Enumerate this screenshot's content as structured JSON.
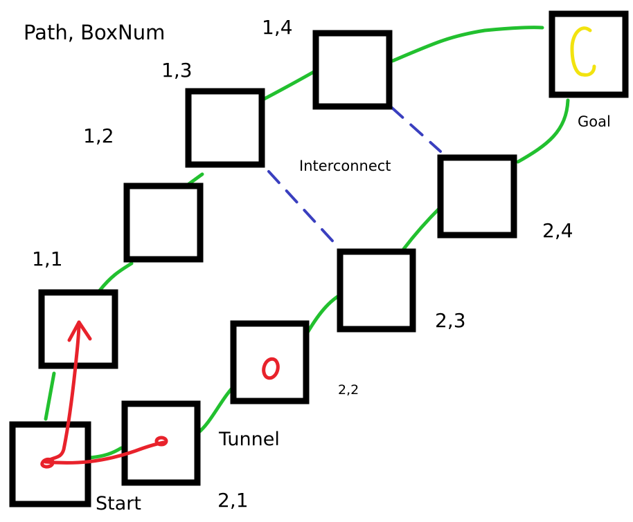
{
  "title": "Path, BoxNum",
  "labels": {
    "box_1_1": "1,1",
    "box_1_2": "1,2",
    "box_1_3": "1,3",
    "box_1_4": "1,4",
    "box_2_1": "2,1",
    "box_2_2": "2,2",
    "box_2_3": "2,3",
    "box_2_4": "2,4",
    "start": "Start",
    "goal": "Goal",
    "tunnel": "Tunnel",
    "interconnect": "Interconnect"
  },
  "colors": {
    "box_border": "#000000",
    "path_line": "#22c02f",
    "interconnect_line": "#3a3fbf",
    "drawn_route": "#e8222b",
    "goal_mark": "#f2e30f"
  }
}
